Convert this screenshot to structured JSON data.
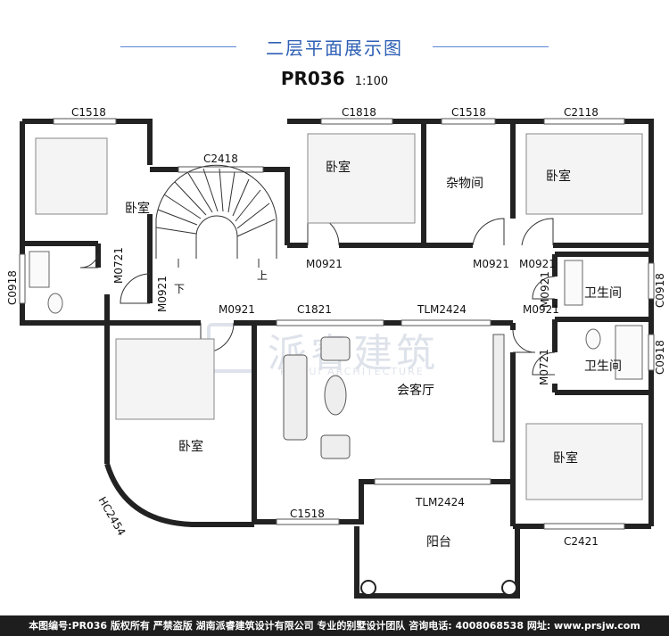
{
  "header": {
    "title": "二层平面展示图",
    "plan_code": "PR036",
    "scale": "1:100"
  },
  "watermark": {
    "name": "派睿建筑",
    "english": "PAIRUI ARCHITECTURE"
  },
  "rooms": {
    "bedroom": "卧室",
    "storage": "杂物间",
    "bathroom": "卫生间",
    "living": "会客厅",
    "balcony": "阳台"
  },
  "stairs": {
    "down": "下",
    "up": "上"
  },
  "labels": {
    "c1518_top": "C1518",
    "c2418": "C2418",
    "c1818": "C1818",
    "c1518_mid": "C1518",
    "c2118": "C2118",
    "c0918_left": "C0918",
    "m0721_left": "M0721",
    "m0921_stair": "M0921",
    "m0921_bed2": "M0921",
    "m0921_storage": "M0921",
    "m0921_bed3": "M0921",
    "m0921_bath1": "M0921",
    "c0918_right1": "C0918",
    "m0921_bath1b": "M0921",
    "c0918_right2": "C0918",
    "m0721_right": "M0721",
    "m0921_bed4": "M0921",
    "c1821": "C1821",
    "tlm2424_top": "TLM2424",
    "tlm2424_bottom": "TLM2424",
    "c1518_bottom": "C1518",
    "hc2454": "HC2454",
    "c2421": "C2421"
  },
  "footer": {
    "text": "本图编号:PR036 版权所有 严禁盗版 湖南派睿建筑设计有限公司 专业的别墅设计团队 咨询电话: 4008068538 网址: www.prsjw.com"
  }
}
